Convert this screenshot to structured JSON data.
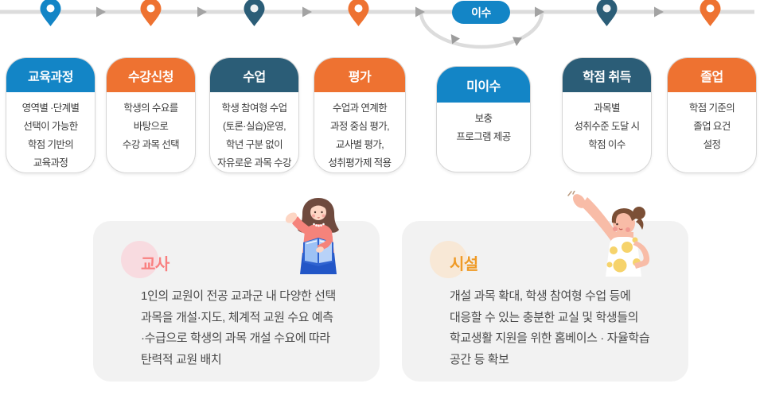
{
  "colors": {
    "blue": "#1385c6",
    "orange": "#ee7231",
    "teal": "#2b5d77",
    "timeline_line": "#dcdcdc",
    "timeline_arrow": "#9c9c9c",
    "support_card_bg": "#f2f2f2",
    "teacher_accent": "#f97f7f",
    "facility_accent": "#ef9a26"
  },
  "timeline": {
    "badge_label": "이수",
    "pins": [
      {
        "step": 1,
        "color": "blue"
      },
      {
        "step": 2,
        "color": "orange"
      },
      {
        "step": 3,
        "color": "teal"
      },
      {
        "step": 4,
        "color": "orange"
      },
      {
        "step": 5,
        "color": "teal"
      },
      {
        "step": 6,
        "color": "orange"
      }
    ]
  },
  "process_cards": [
    {
      "title": "교육과정",
      "color": "blue",
      "body": "영역별 ·단계별\n선택이 가능한\n학점 기반의\n교육과정"
    },
    {
      "title": "수강신청",
      "color": "orange",
      "body": "학생의 수요를\n바탕으로\n수강 과목 선택"
    },
    {
      "title": "수업",
      "color": "teal",
      "body": "학생 참여형 수업\n(토론·실습)운영,\n학년 구분 없이\n자유로운 과목 수강"
    },
    {
      "title": "평가",
      "color": "orange",
      "body": "수업과 연계한\n과정 중심 평가,\n교사별 평가,\n성취평가제 적용"
    },
    {
      "title": "미이수",
      "color": "blue",
      "body": "보충\n프로그램 제공"
    },
    {
      "title": "학점 취득",
      "color": "teal",
      "body": "과목별\n성취수준 도달 시\n학점 이수"
    },
    {
      "title": "졸업",
      "color": "orange",
      "body": "학점 기준의\n졸업 요건\n설정"
    }
  ],
  "support_cards": [
    {
      "title": "교사",
      "body": "1인의 교원이 전공 교과군 내 다양한 선택\n과목을 개설·지도, 체계적 교원 수요 예측\n·수급으로 학생의 과목 개설 수요에 따라\n탄력적 교원 배치"
    },
    {
      "title": "시설",
      "body": "개설 과목 확대, 학생 참여형 수업 등에\n대응할 수 있는 충분한 교실 및 학생들의\n학교생활 지원을 위한 홈베이스 · 자율학습\n공간 등 확보"
    }
  ]
}
